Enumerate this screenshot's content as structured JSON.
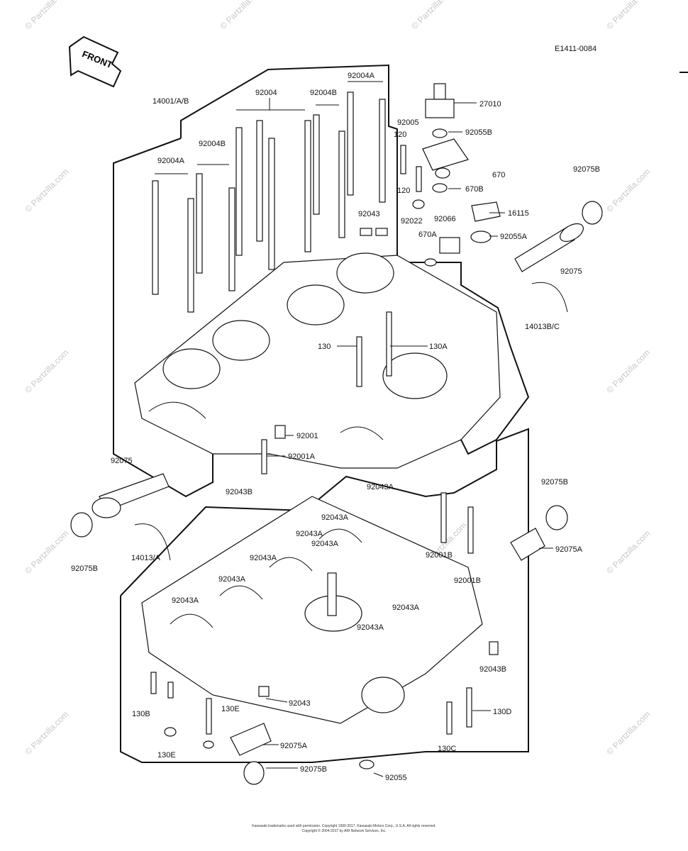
{
  "diagram_code": "E1411-0084",
  "front_label": "FRONT",
  "watermark": "© Partzilla.com",
  "center_watermark": "Partzilla.com",
  "labels": {
    "l14001": "14001/A/B",
    "l92004": "92004",
    "l92004A_top": "92004A",
    "l92004B_top": "92004B",
    "l92004B_left": "92004B",
    "l92004A_left": "92004A",
    "l92043_top": "92043",
    "l120_a": "120",
    "l120_b": "120",
    "l92005": "92005",
    "l27010": "27010",
    "l92055B": "92055B",
    "l670": "670",
    "l670B": "670B",
    "l92022": "92022",
    "l92066": "92066",
    "l16115": "16115",
    "l92055A": "92055A",
    "l670A": "670A",
    "l92075B_tr": "92075B",
    "l92075_tr": "92075",
    "l14013BC": "14013B/C",
    "l130": "130",
    "l130A": "130A",
    "l92001": "92001",
    "l92001A": "92001A",
    "l92075_left": "92075",
    "l92075B_left": "92075B",
    "l14013A": "14013/A",
    "l92043B_left": "92043B",
    "l92043A_1": "92043A",
    "l92043A_2": "92043A",
    "l92043A_3": "92043A",
    "l92043A_4": "92043A",
    "l92043A_5": "92043A",
    "l92043A_6": "92043A",
    "l92043A_7": "92043A",
    "l92043A_8": "92043A",
    "l92043A_9": "92043A",
    "l92001B_a": "92001B",
    "l92001B_b": "92001B",
    "l92075B_right": "92075B",
    "l92075A_right": "92075A",
    "l92043B_right": "92043B",
    "l92043_bot": "92043",
    "l130B": "130B",
    "l130E_a": "130E",
    "l130E_b": "130E",
    "l92075A_bot": "92075A",
    "l92075B_bot": "92075B",
    "l92055": "92055",
    "l130D": "130D",
    "l130C": "130C"
  },
  "copyright_lines": [
    "Kawasaki trademarks used with permission. Copyright 1990-2017, Kawasaki Motors Corp., U.S.A. All rights reserved.",
    "Copyright © 2004-2017 by ARI Network Services, Inc."
  ]
}
